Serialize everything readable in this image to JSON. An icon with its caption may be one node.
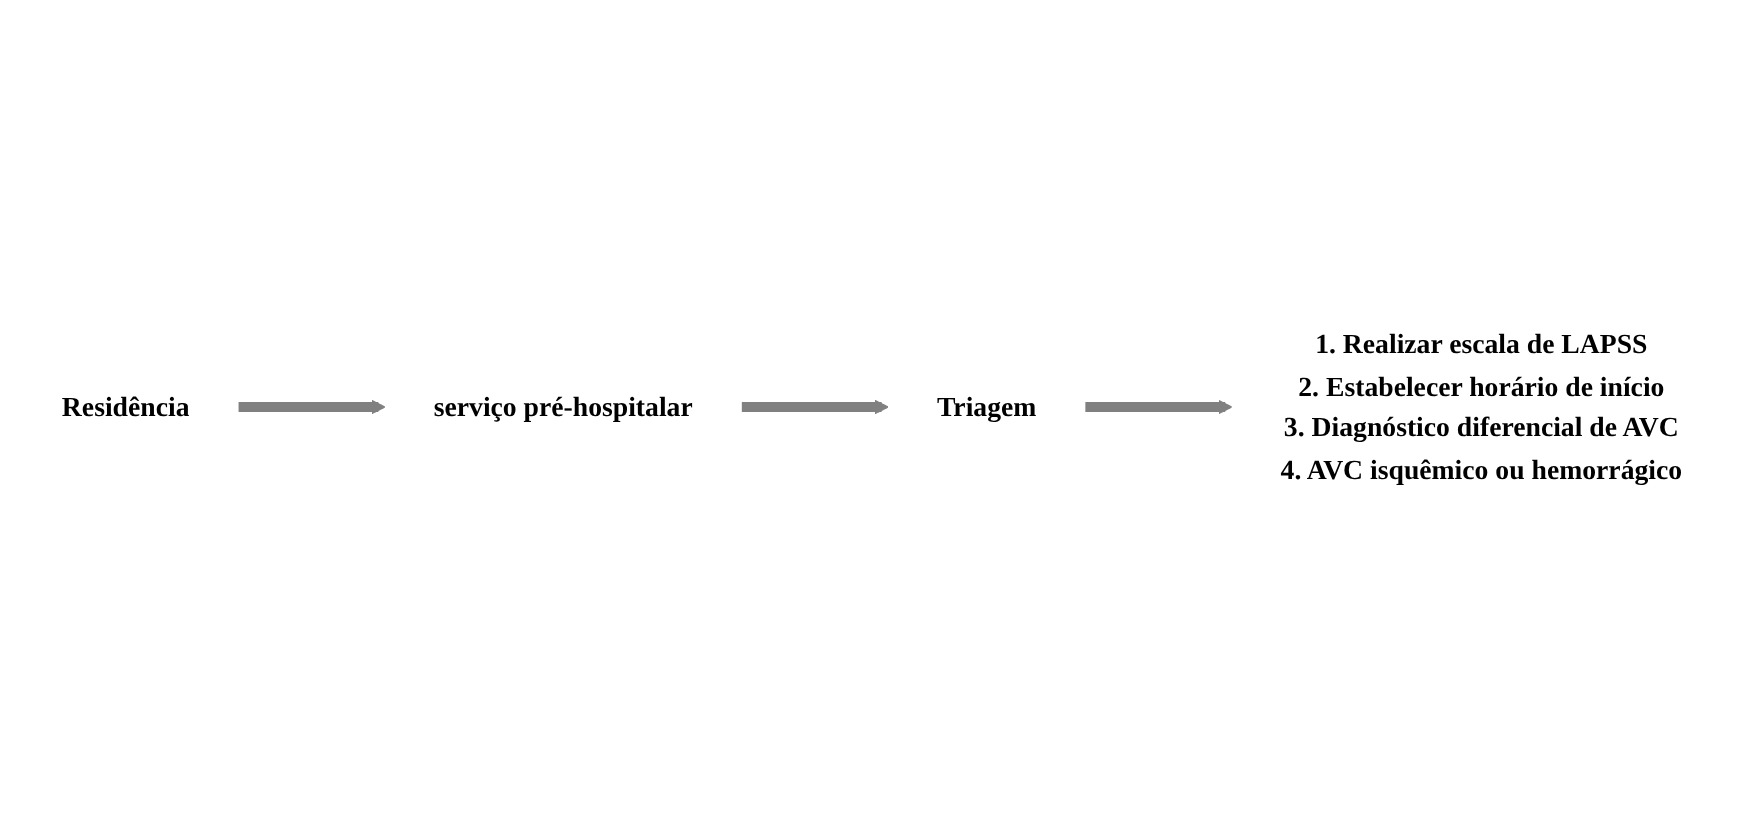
{
  "diagram": {
    "nodes": [
      {
        "text": [
          "Residência"
        ]
      },
      {
        "text": [
          "serviço pré-hospitalar"
        ]
      },
      {
        "text": [
          "Triagem"
        ]
      },
      {
        "text": [
          "1. Realizar escala de LAPSS",
          "2. Estabelecer horário de início",
          "3. Diagnóstico diferencial de AVC",
          "4. AVC isquêmico ou hemorrágico"
        ]
      }
    ],
    "edges": [
      {
        "from": 0,
        "to": 1,
        "arrow": "to"
      },
      {
        "from": 1,
        "to": 2,
        "arrow": "to"
      },
      {
        "from": 2,
        "to": 3,
        "arrow": "to"
      }
    ]
  }
}
